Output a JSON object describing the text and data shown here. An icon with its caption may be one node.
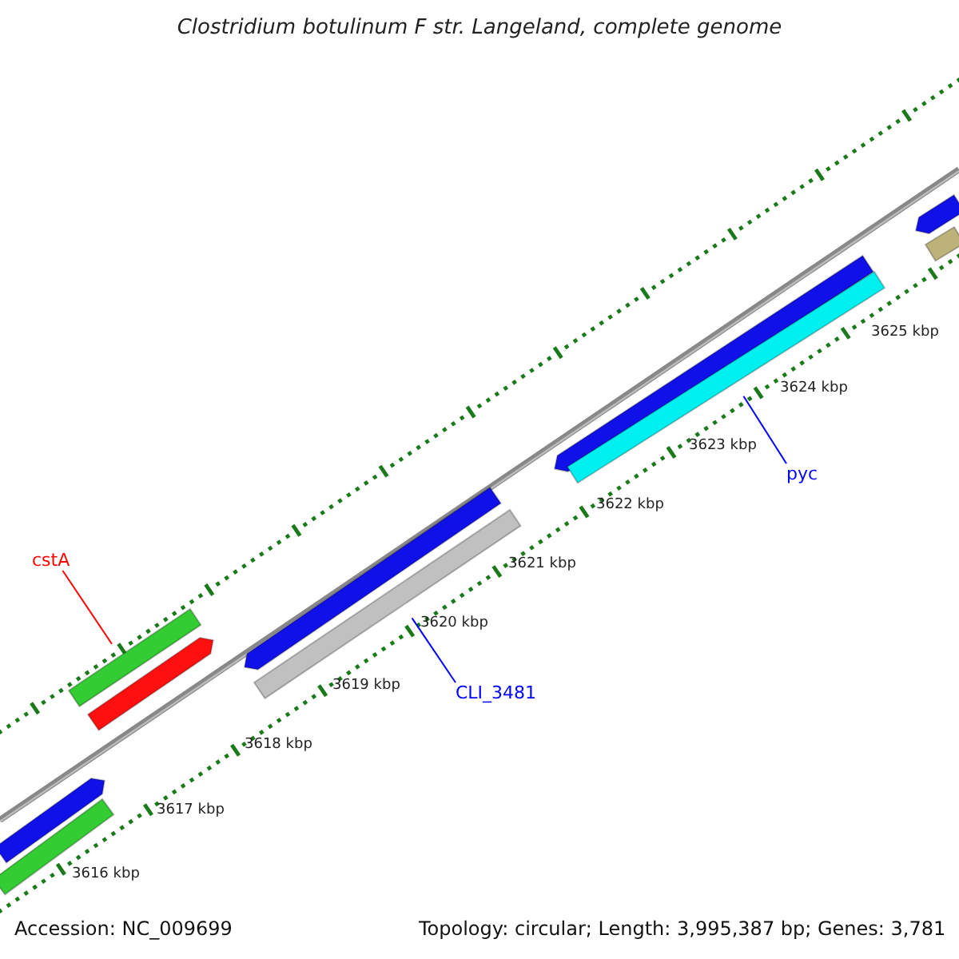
{
  "diagram": {
    "title": "Clostridium botulinum F str. Langeland, complete genome",
    "nodes": [
      {
        "text": [
          "cstA"
        ]
      },
      {
        "text": [],
        "shape": "bar"
      },
      {
        "text": [],
        "shape": "bar"
      },
      {
        "text": [],
        "shape": "bar"
      },
      {
        "text": [],
        "shape": "bar"
      },
      {
        "text": [
          "CLI_3481"
        ]
      },
      {
        "text": [],
        "shape": "bar"
      },
      {
        "text": [],
        "shape": "bar"
      },
      {
        "text": [
          "pyc"
        ]
      },
      {
        "text": [],
        "shape": "bar"
      },
      {
        "text": [],
        "shape": "bar"
      },
      {
        "text": [],
        "shape": "bar"
      },
      {
        "text": [],
        "shape": "bar"
      }
    ],
    "edges": [
      {
        "from": 0,
        "to": 1,
        "arrow": "none",
        "color": "#ff0000"
      },
      {
        "from": 5,
        "to": 7,
        "arrow": "none"
      },
      {
        "from": 8,
        "to": 10,
        "arrow": "none"
      }
    ],
    "labels": [
      "3625 kbp",
      "3624 kbp",
      "3623 kbp",
      "3622 kbp",
      "3621 kbp",
      "3620 kbp",
      "3619 kbp",
      "3618 kbp",
      "3617 kbp",
      "3616 kbp",
      "Accession: NC_009699",
      "Topology: circular; Length: 3,995,387 bp; Genes: 3,781"
    ]
  }
}
